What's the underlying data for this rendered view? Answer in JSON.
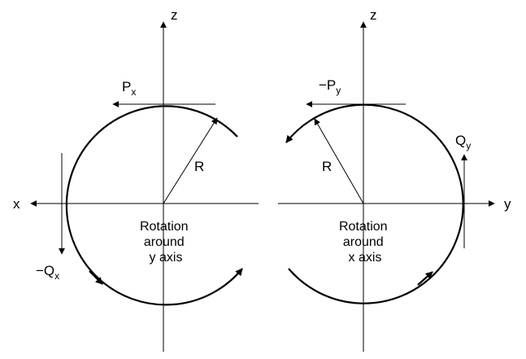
{
  "left_panel": {
    "axis_z": "z",
    "axis_x": "x",
    "force_label": "P",
    "force_sub": "x",
    "radius_label": "R",
    "moment_label": "−Q",
    "moment_sub": "x",
    "caption": [
      "Rotation",
      "around",
      "y  axis"
    ]
  },
  "right_panel": {
    "axis_z": "z",
    "axis_y": "y",
    "force_label": "−P",
    "force_sub": "y",
    "radius_label": "R",
    "moment_label": "Q",
    "moment_sub": "y",
    "caption": [
      "Rotation",
      "around",
      "x  axis"
    ]
  }
}
